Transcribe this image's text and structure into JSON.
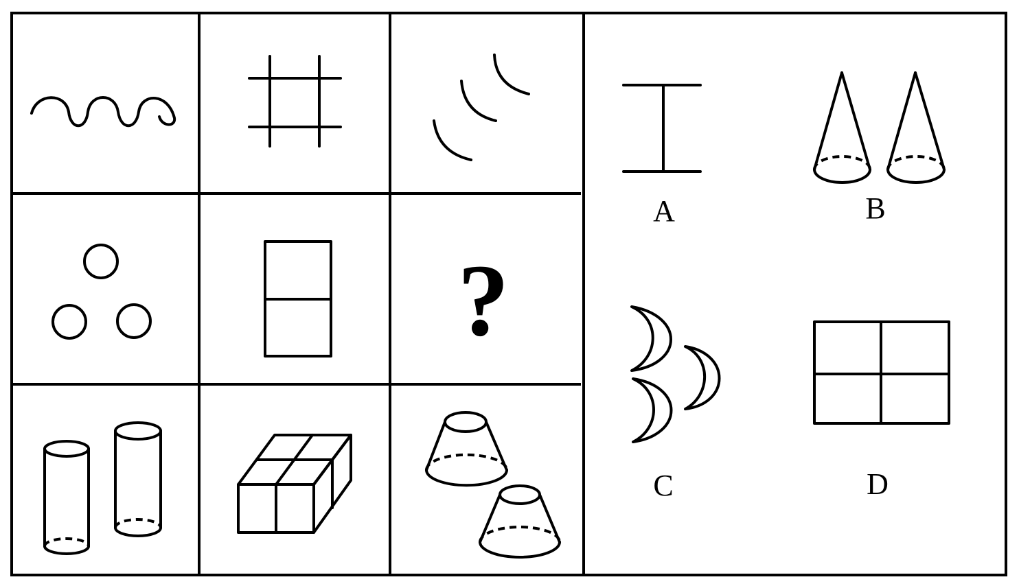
{
  "puzzle": {
    "grid": {
      "rows": 3,
      "cols": 3,
      "cells": [
        {
          "row": 1,
          "col": 1,
          "figure": "wavy-line"
        },
        {
          "row": 1,
          "col": 2,
          "figure": "hash-grid"
        },
        {
          "row": 1,
          "col": 3,
          "figure": "three-arcs"
        },
        {
          "row": 2,
          "col": 1,
          "figure": "three-circles"
        },
        {
          "row": 2,
          "col": 2,
          "figure": "two-stacked-rectangles"
        },
        {
          "row": 2,
          "col": 3,
          "figure": "question-mark"
        },
        {
          "row": 3,
          "col": 1,
          "figure": "two-cylinders"
        },
        {
          "row": 3,
          "col": 2,
          "figure": "cuboid-with-grid"
        },
        {
          "row": 3,
          "col": 3,
          "figure": "two-frustums"
        }
      ],
      "missing_symbol": "?"
    },
    "options": [
      {
        "label": "A",
        "figure": "i-beam"
      },
      {
        "label": "B",
        "figure": "two-cones"
      },
      {
        "label": "C",
        "figure": "three-crescents"
      },
      {
        "label": "D",
        "figure": "four-pane-rectangle"
      }
    ]
  }
}
